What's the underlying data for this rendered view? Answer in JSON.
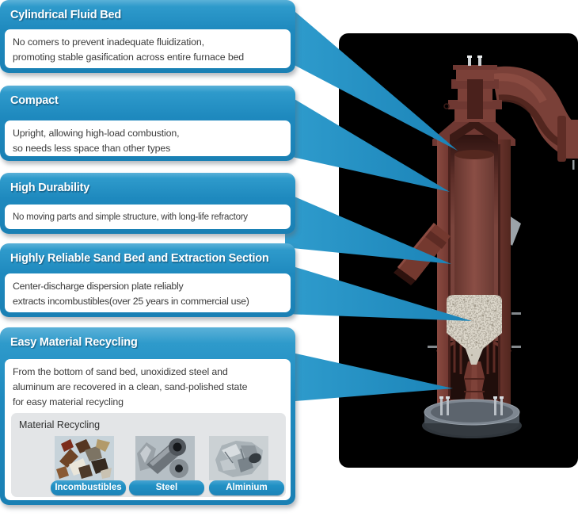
{
  "colors": {
    "accent_blue": "#1f8cc2",
    "furnace_maroon": "#7b4038",
    "panel_background": "#000000",
    "sand_bed": "#ddd8cc"
  },
  "callouts": [
    {
      "title": "Cylindrical Fluid Bed",
      "body": "No comers to prevent inadequate fluidization,\npromoting stable gasification across entire furnace bed"
    },
    {
      "title": "Compact",
      "body": "Upright, allowing high-load combustion,\nso needs less space than other types"
    },
    {
      "title": "High Durability",
      "body": "No moving parts and simple structure, with long-life refractory"
    },
    {
      "title": "Highly Reliable Sand Bed and Extraction Section",
      "body": "Center-discharge dispersion plate reliably\nextracts incombustibles(over 25 years in commercial use)"
    },
    {
      "title": "Easy Material Recycling",
      "body": "From the bottom of sand bed, unoxidized steel and\naluminum are recovered in a clean, sand-polished state\nfor easy material recycling"
    }
  ],
  "material_recycling": {
    "label": "Material Recycling",
    "items": [
      {
        "label": "Incombustibles",
        "image": "incombustibles-photo"
      },
      {
        "label": "Steel",
        "image": "steel-scrap-photo"
      },
      {
        "label": "Alminium",
        "image": "aluminium-scrap-photo"
      }
    ]
  },
  "images": {
    "furnace": "cylindrical-fluid-bed-furnace-cutaway-3d"
  }
}
